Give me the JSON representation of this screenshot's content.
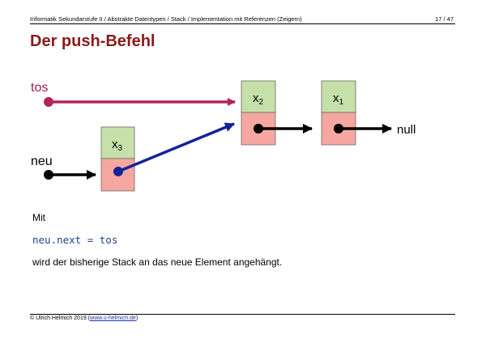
{
  "header": {
    "course_path": "Informatik Sekundarstufe II / Abstrakte Datentypen / Stack / Implementation mit Referenzen (Zeigern)",
    "page": "17 / 47"
  },
  "title": "Der push-Befehl",
  "diagram": {
    "tos_label": "tos",
    "neu_label": "neu",
    "null_label": "null",
    "nodes": [
      {
        "value": "x",
        "subscript": "3"
      },
      {
        "value": "x",
        "subscript": "2"
      },
      {
        "value": "x",
        "subscript": "1"
      }
    ],
    "colors": {
      "value_cell": "#c6e0a9",
      "pointer_cell": "#f6a8a0",
      "tos_arrow": "#b0245a",
      "new_link_arrow": "#17239a",
      "black_arrow": "#000000"
    }
  },
  "text": {
    "intro": "Mit",
    "code": "neu.next = tos",
    "explanation": "wird der bisherige Stack an das neue Element angehängt."
  },
  "footer": {
    "copyright": "© Ulrich Helmich 2019 (",
    "link": "www.u-helmich.de",
    "close": ")"
  }
}
